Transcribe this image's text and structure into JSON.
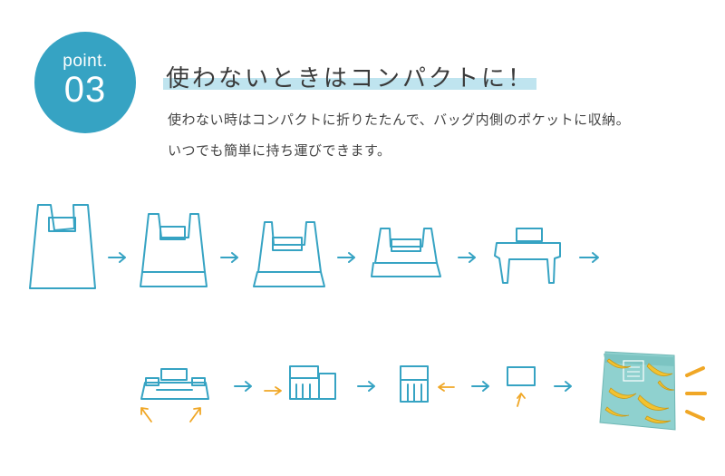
{
  "badge": {
    "word": "point.",
    "number": "03"
  },
  "heading": "使わないときはコンパクトに！",
  "description": [
    "使わない時はコンパクトに折りたたんで、バッグ内側のポケットに収納。",
    "いつでも簡単に持ち運びできます。"
  ],
  "colors": {
    "accent": "#36a3c3",
    "highlight": "#bfe4ef",
    "fold_arrow": "#f0a726",
    "product": "#8fd1cf",
    "banana": "#f2c230"
  },
  "icons": [
    "step-arrow-icon",
    "fold-arrow-icon",
    "shine-icon"
  ]
}
